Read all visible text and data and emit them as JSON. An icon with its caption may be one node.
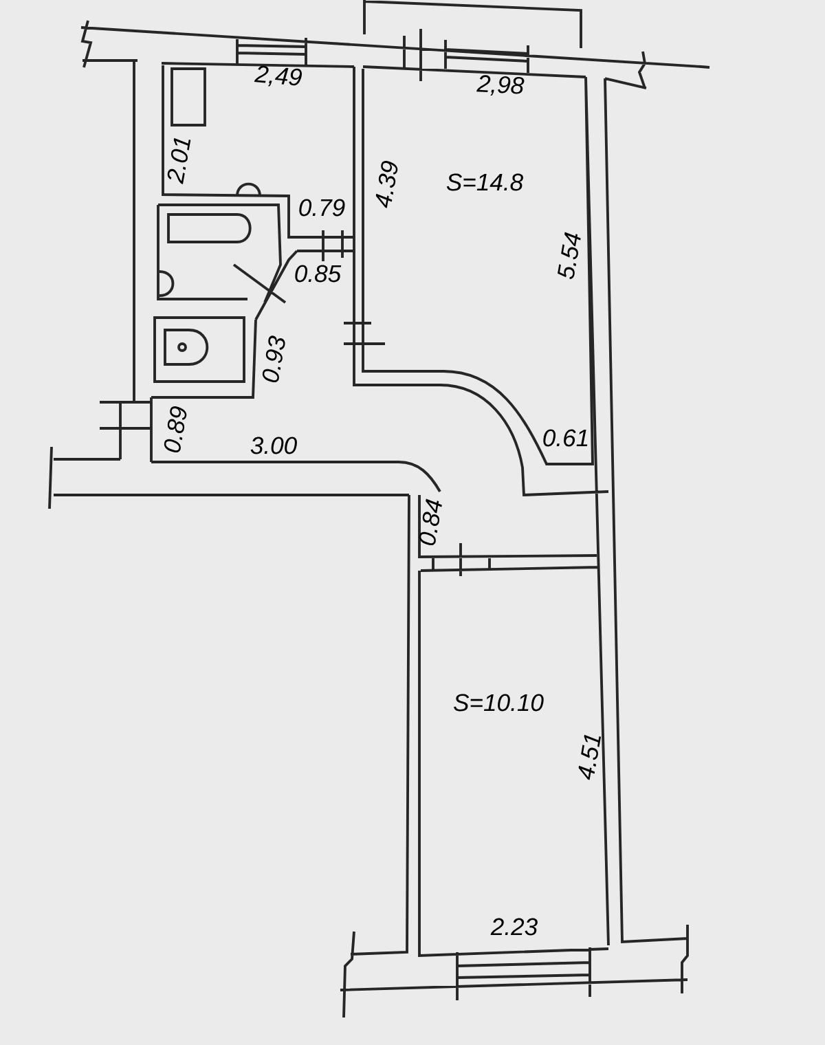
{
  "diagram": {
    "labels": [
      "2,49",
      "2,98",
      "2.01",
      "4.39",
      "S=14.8",
      "0.79",
      "0.85",
      "5.54",
      "0.93",
      "0.89",
      "3.00",
      "0.61",
      "0.84",
      "S=10.10",
      "4.51",
      "2.23"
    ]
  }
}
